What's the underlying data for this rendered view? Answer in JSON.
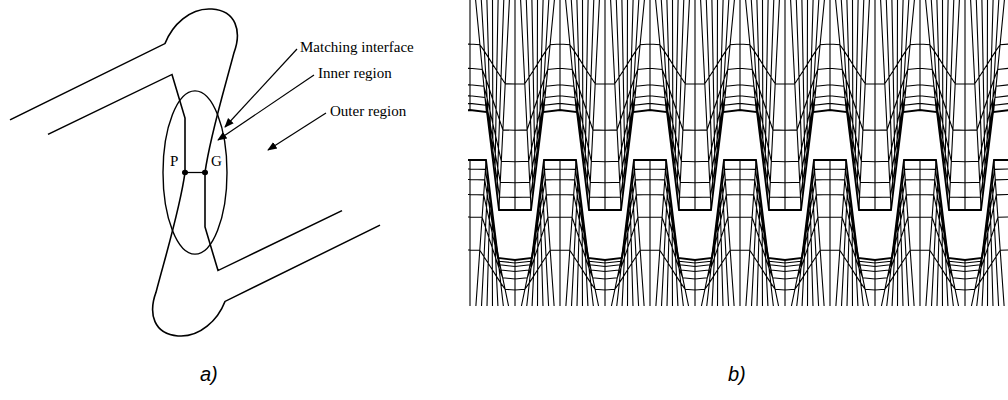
{
  "diagram": {
    "labels": [
      "Matching interface",
      "Inner region",
      "Outer region",
      "P",
      "G",
      "a)",
      "b)"
    ]
  }
}
